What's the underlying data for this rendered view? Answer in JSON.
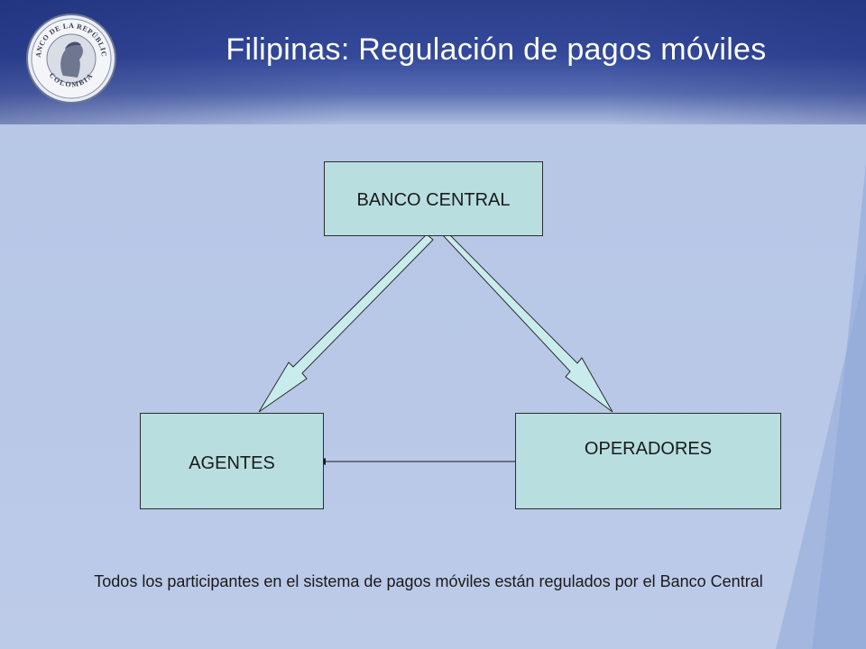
{
  "slide": {
    "title": "Filipinas: Regulación de pagos móviles",
    "caption": "Todos los participantes en el sistema de pagos móviles están regulados por el Banco Central"
  },
  "logo": {
    "ring_text": "BANCO DE LA REPÚBLICA",
    "bottom_text": "COLOMBIA",
    "icon": "seal-icon"
  },
  "diagram": {
    "nodes": {
      "banco_central": "BANCO CENTRAL",
      "agentes": "AGENTES",
      "operadores": "OPERADORES"
    },
    "edges": [
      {
        "from": "BANCO CENTRAL",
        "to": "AGENTES",
        "style": "block-arrow"
      },
      {
        "from": "BANCO CENTRAL",
        "to": "OPERADORES",
        "style": "block-arrow"
      },
      {
        "from": "OPERADORES",
        "to": "AGENTES",
        "style": "line-arrow"
      }
    ]
  },
  "colors": {
    "header": "#2b3f8a",
    "background": "#b9c8e7",
    "node_fill": "#b8dee0",
    "arrow_fill": "#c8ecec"
  }
}
